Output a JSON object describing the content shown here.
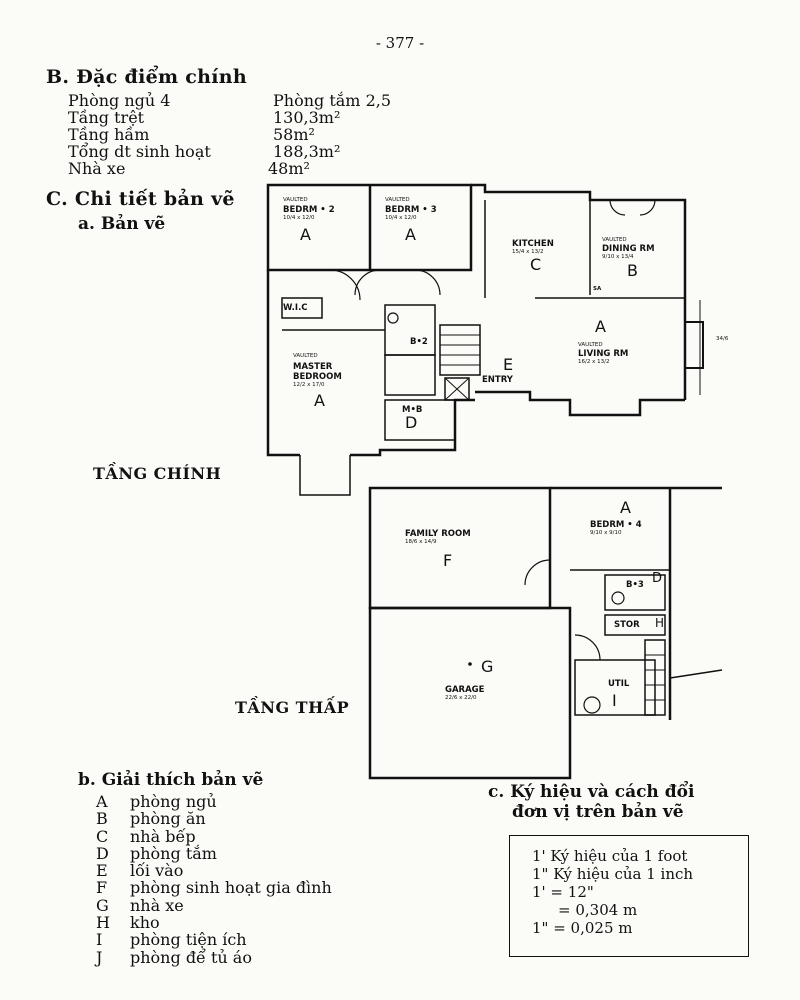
{
  "page_number": "- 377 -",
  "section_b": {
    "title": "B. Đặc điểm chính",
    "features": [
      {
        "key": "Phòng ngủ 4",
        "value": "Phòng tắm 2,5"
      },
      {
        "key": "Tầng trệt",
        "value": "130,3m²"
      },
      {
        "key": "Tầng hầm",
        "value": "58m²"
      },
      {
        "key": "Tổng dt sinh hoạt",
        "value": "188,3m²"
      },
      {
        "key": "Nhà xe",
        "value": "48m²"
      }
    ]
  },
  "section_c": {
    "title": "C. Chi tiết bản vẽ",
    "sub_a": "a. Bản vẽ",
    "sub_b": "b. Giải thích bản vẽ",
    "sub_c_line1": "c. Ký hiệu và cách đổi",
    "sub_c_line2": "đơn vị trên bản vẽ"
  },
  "floors": {
    "main": "TẦNG CHÍNH",
    "lower": "TẦNG THẤP"
  },
  "rooms": {
    "bedrm2": {
      "name": "BEDRM • 2",
      "dim": "10/4 x 12/0",
      "letter": "A"
    },
    "bedrm3": {
      "name": "BEDRM • 3",
      "dim": "10/4 x 12/0",
      "letter": "A"
    },
    "vaulted": "VAULTED",
    "kitchen": {
      "name": "KITCHEN",
      "dim": "15/4 x 13/2",
      "letter": "C"
    },
    "dining": {
      "name": "DINING RM",
      "dim": "9/10 x 13/4",
      "letter": "B"
    },
    "living": {
      "name": "LIVING RM",
      "dim": "16/2 x 13/2",
      "letter": "A"
    },
    "master": {
      "name1": "MASTER",
      "name2": "BEDROOM",
      "dim": "12/2 x 17/0",
      "letter": "A"
    },
    "wic": "W.I.C",
    "b2": "B•2",
    "mb": {
      "name": "M•B",
      "letter": "D"
    },
    "entry": {
      "name": "ENTRY",
      "letter": "E"
    },
    "sa": "SA",
    "living_side": "34/6",
    "family": {
      "name": "FAMILY ROOM",
      "dim": "18/6 x 14/9",
      "letter": "F"
    },
    "bedrm4": {
      "name": "BEDRM • 4",
      "dim": "9/10 x 9/10",
      "letter": "A"
    },
    "b3": {
      "name": "B•3",
      "letter": "D"
    },
    "stor": {
      "name": "STOR",
      "letter": "H"
    },
    "garage": {
      "name": "GARAGE",
      "dim": "22/6 x 22/0",
      "letter": "G"
    },
    "util": {
      "name": "UTIL",
      "letter": "I"
    }
  },
  "legend": [
    {
      "letter": "A",
      "text": "phòng ngủ"
    },
    {
      "letter": "B",
      "text": "phòng ăn"
    },
    {
      "letter": "C",
      "text": "nhà bếp"
    },
    {
      "letter": "D",
      "text": "phòng tắm"
    },
    {
      "letter": "E",
      "text": "lối vào"
    },
    {
      "letter": "F",
      "text": "phòng sinh hoạt gia đình"
    },
    {
      "letter": "G",
      "text": "nhà xe"
    },
    {
      "letter": "H",
      "text": "kho"
    },
    {
      "letter": "I",
      "text": "phòng tiện ích"
    },
    {
      "letter": "J",
      "text": "phòng để tủ áo"
    }
  ],
  "symbols": [
    "1' Ký hiệu của 1 foot",
    "1\" Ký hiệu của 1 inch",
    "1' = 12\"",
    "= 0,304 m",
    "1\" = 0,025 m"
  ]
}
